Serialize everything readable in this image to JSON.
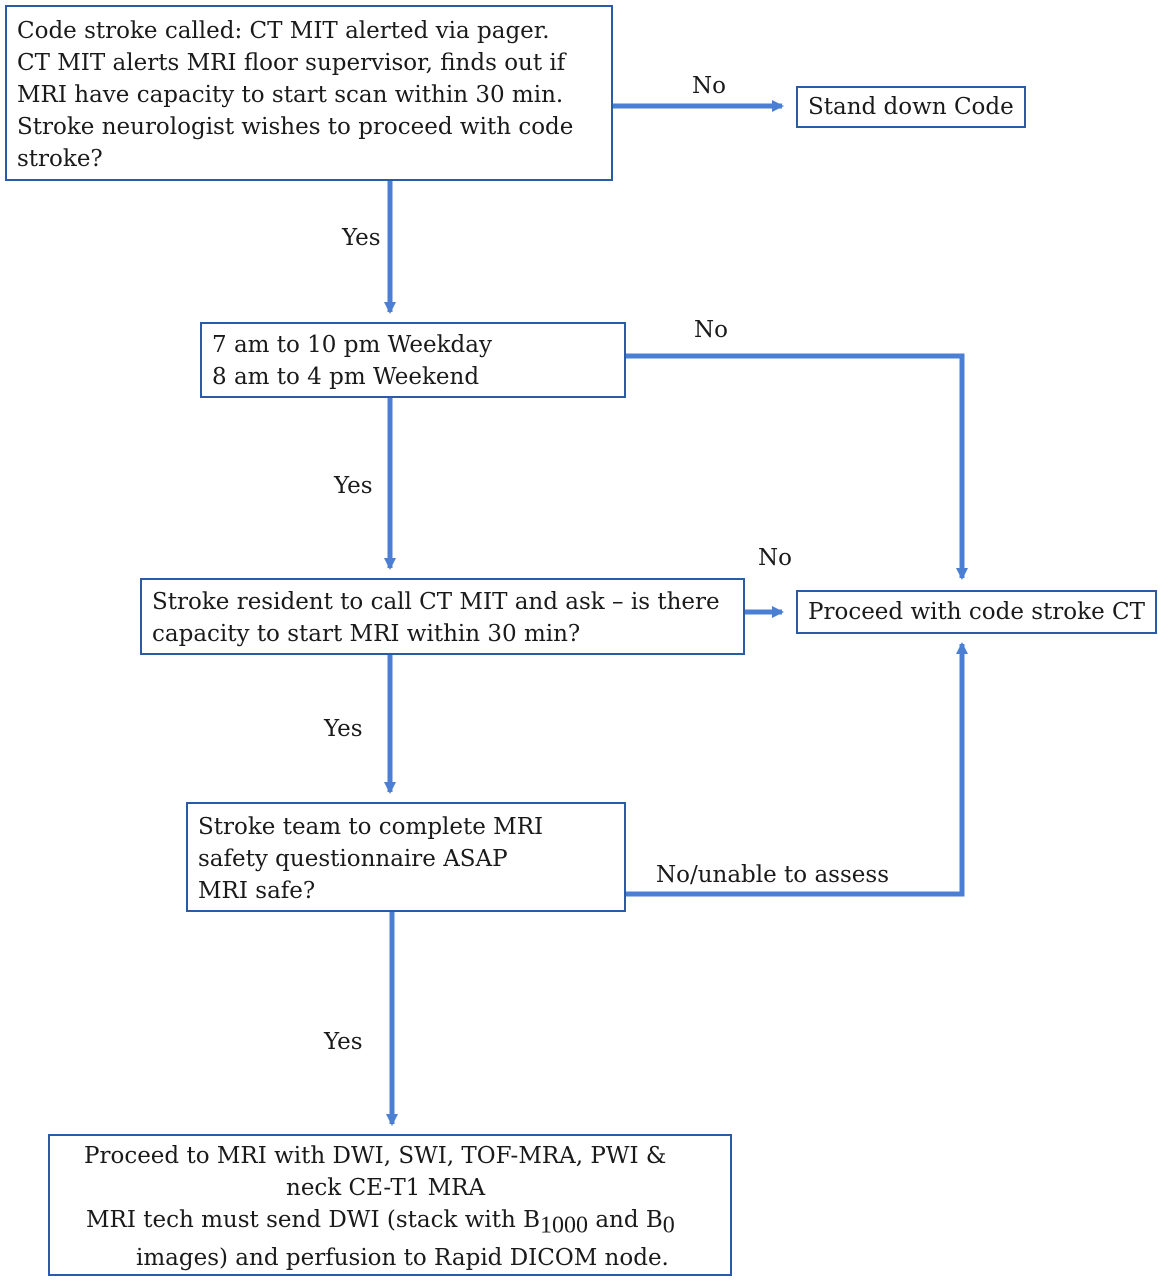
{
  "nodes": {
    "start": {
      "lines": [
        "Code stroke called: CT MIT alerted via pager.",
        "CT MIT alerts MRI floor supervisor, finds out if",
        "MRI have capacity to start scan within 30 min.",
        "Stroke neurologist wishes to proceed with code",
        "stroke?"
      ]
    },
    "stand_down": {
      "lines": [
        "Stand down Code"
      ]
    },
    "hours": {
      "lines": [
        "7 am to 10 pm Weekday",
        "8 am to 4 pm Weekend"
      ]
    },
    "resident": {
      "lines": [
        "Stroke resident to call CT MIT and ask – is there",
        "capacity to start MRI within 30 min?"
      ]
    },
    "proceed_ct": {
      "lines": [
        "Proceed with code stroke CT"
      ]
    },
    "safety": {
      "lines": [
        "Stroke team to complete MRI",
        "safety questionnaire ASAP",
        "MRI safe?"
      ]
    },
    "proceed_mri": {
      "line1": "Proceed to MRI with DWI, SWI, TOF-MRA, PWI &",
      "line2": "neck CE-T1 MRA",
      "line3_a": "MRI tech must send DWI (stack with B",
      "line3_sub1": "1000",
      "line3_b": " and B",
      "line3_sub2": "0",
      "line4": "images) and perfusion to Rapid DICOM node."
    }
  },
  "edge_labels": {
    "start_no": "No",
    "start_yes": "Yes",
    "hours_no": "No",
    "hours_yes": "Yes",
    "resident_no": "No",
    "resident_yes": "Yes",
    "safety_no": "No/unable to assess",
    "safety_yes": "Yes"
  },
  "colors": {
    "arrow": "#4a7fd4",
    "border": "#2b5aa6"
  }
}
